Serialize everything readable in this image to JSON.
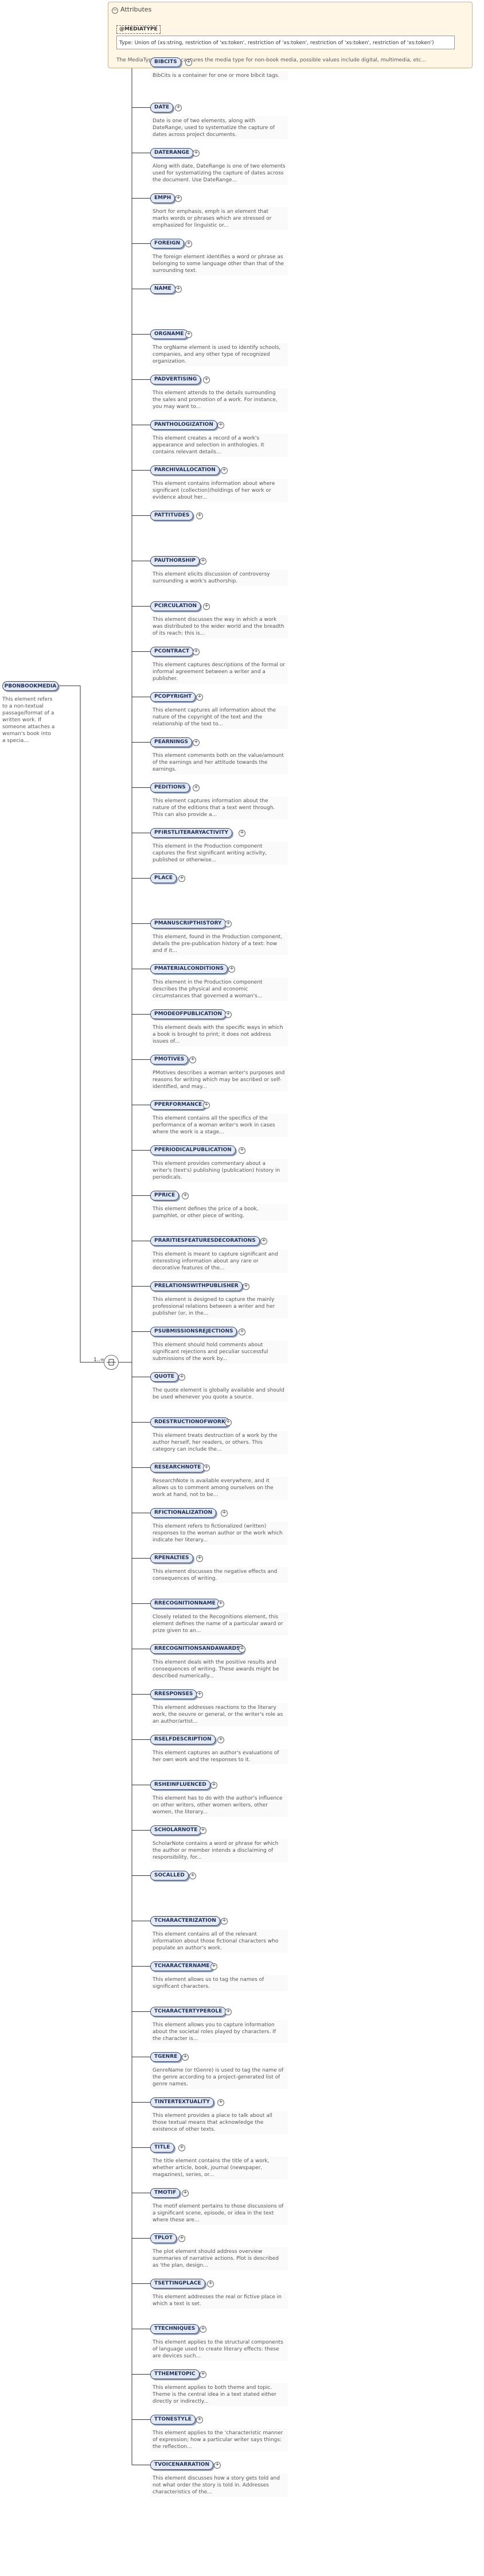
{
  "attributes": {
    "header": "Attributes",
    "name": "@MEDIATYPE",
    "type": "Type:  Union of (xs:string, restriction of 'xs:token', restriction of 'xs:token', restriction of 'xs:token', restriction of 'xs:token')",
    "doc": "The MediaType attribute captures the media type for non-book media, possible values include digital, multimedia, etc..."
  },
  "root": {
    "label": "PBONBOOKMEDIA",
    "doc": "This element refers to a non-textual passage/format of a written work. If someone attaches a woman's book into a specia..."
  },
  "choice_occurrence": "1..∞",
  "elements": [
    {
      "label": "BIBCITS",
      "doc": "BibCits is a container for one or more bibcit tags."
    },
    {
      "label": "DATE",
      "doc": "Date is one of two elements, along with DateRange, used to systematize the capture of dates across project documents."
    },
    {
      "label": "DATERANGE",
      "doc": "Along with date, DateRange is one of two elements used for systematizing the capture of dates across the document. Use DateRange..."
    },
    {
      "label": "EMPH",
      "doc": "Short for emphasis, emph is an element that marks words or phrases which are stressed or emphasized for linguistic or..."
    },
    {
      "label": "FOREIGN",
      "doc": "The foreign element identifies a word or phrase as belonging to some language other than that of the surrounding text."
    },
    {
      "label": "NAME",
      "doc": ""
    },
    {
      "label": "ORGNAME",
      "doc": "The orgName element is used to identify schools, companies, and any other type of recognized organization."
    },
    {
      "label": "PADVERTISING",
      "doc": "This element attends to the details surrounding the sales and promotion of a work. For instance, you may want to..."
    },
    {
      "label": "PANTHOLOGIZATION",
      "doc": "This element creates a record of a work's appearance and selection in anthologies. It contains relevant details..."
    },
    {
      "label": "PARCHIVALLOCATION",
      "doc": "This element contains information about where significant (collection)/holdings of her work or evidence about her..."
    },
    {
      "label": "PATTITUDES",
      "doc": ""
    },
    {
      "label": "PAUTHORSHIP",
      "doc": "This element elicits discussion of controversy surrounding a work's authorship."
    },
    {
      "label": "PCIRCULATION",
      "doc": "This element discusses the way in which a work was distributed to the wider world and the breadth of its reach: this is..."
    },
    {
      "label": "PCONTRACT",
      "doc": "This element captures descriptions of the formal or informal agreement between a writer and a publisher."
    },
    {
      "label": "PCOPYRIGHT",
      "doc": "This element captures all information about the nature of the copyright of the text and the relationship of the text to..."
    },
    {
      "label": "PEARNINGS",
      "doc": "This element comments both on the value/amount of the earnings and her attitude towards the earnings."
    },
    {
      "label": "PEDITIONS",
      "doc": "This element captures information about the nature of the editions that a text went through. This can also provide a..."
    },
    {
      "label": "PFIRSTLITERARYACTIVITY",
      "doc": "This element in the Production component captures the first significant writing activity, published or otherwise..."
    },
    {
      "label": "PLACE",
      "doc": ""
    },
    {
      "label": "PMANUSCRIPTHISTORY",
      "doc": "This element, found in the Production component, details the pre-publication history of a text: how and if it..."
    },
    {
      "label": "PMATERIALCONDITIONS",
      "doc": "This element in the Production component describes the physical and economic circumstances that governed a woman's..."
    },
    {
      "label": "PMODEOFPUBLICATION",
      "doc": "This element deals with the specific ways in which a book is brought to print; it does not address issues of..."
    },
    {
      "label": "PMOTIVES",
      "doc": "PMotives describes a woman writer's purposes and reasons for writing which may be ascribed or self-identified, and may..."
    },
    {
      "label": "PPERFORMANCE",
      "doc": "This element contains all the specifics of the performance of a woman writer's work in cases where the work is a stage..."
    },
    {
      "label": "PPERIODICALPUBLICATION",
      "doc": "This element provides commentary about a writer's (text's) publishing (publication) history in periodicals."
    },
    {
      "label": "PPRICE",
      "doc": "This element defines the price of a book, pamphlet, or other piece of writing."
    },
    {
      "label": "PRARITIESFEATURESDECORATIONS",
      "doc": "This element is meant to capture significant and interesting information about any rare or decorative features of the..."
    },
    {
      "label": "PRELATIONSWITHPUBLISHER",
      "doc": "This element is designed to capture the mainly professional relations between a writer and her publisher (or, in the..."
    },
    {
      "label": "PSUBMISSIONSREJECTIONS",
      "doc": "This element should hold comments about significant rejections and peculiar successful submissions of the work by..."
    },
    {
      "label": "QUOTE",
      "doc": "The quote element is globally available and should be used whenever you quote a source."
    },
    {
      "label": "RDESTRUCTIONOFWORK",
      "doc": "This element treats destruction of a work by the author herself, her readers, or others. This category can include the..."
    },
    {
      "label": "RESEARCHNOTE",
      "doc": "ResearchNote is available everywhere, and it allows us to comment among ourselves on the work at hand, not to be..."
    },
    {
      "label": "RFICTIONALIZATION",
      "doc": "This element refers to fictionalized (written) responses to the woman author or the work which indicate her literary..."
    },
    {
      "label": "RPENALTIES",
      "doc": "This element discusses the negative effects and consequences of writing."
    },
    {
      "label": "RRECOGNITIONNAME",
      "doc": "Closely related to the Recognitions element, this element defines the name of a particular award or prize given to an..."
    },
    {
      "label": "RRECOGNITIONSANDAWARDS",
      "doc": "This element deals with the positive results and consequences of writing. These awards might be described numerically..."
    },
    {
      "label": "RRESPONSES",
      "doc": "This element addresses reactions to the literary work, the oeuvre or general, or the writer's role as an author/artist..."
    },
    {
      "label": "RSELFDESCRIPTION",
      "doc": "This element captures an author's evaluations of her own work and the responses to it."
    },
    {
      "label": "RSHEINFLUENCED",
      "doc": "This element has to do with the author's influence on other writers, other women writers, other women, the literary..."
    },
    {
      "label": "SCHOLARNOTE",
      "doc": "ScholarNote contains a word or phrase for which the author or member intends a disclaiming of responsibility, for..."
    },
    {
      "label": "SOCALLED",
      "doc": ""
    },
    {
      "label": "TCHARACTERIZATION",
      "doc": "This element contains all of the relevant information about those fictional characters who populate an author's work."
    },
    {
      "label": "TCHARACTERNAME",
      "doc": "This element allows us to tag the names of significant characters."
    },
    {
      "label": "TCHARACTERTYPEROLE",
      "doc": "This element allows you to capture information about the societal roles played by characters. If the character is..."
    },
    {
      "label": "TGENRE",
      "doc": "GenreName (or tGenre) is used to tag the name of the genre according to a project-generated list of genre names."
    },
    {
      "label": "TINTERTEXTUALITY",
      "doc": "This element provides a place to talk about all those textual means that acknowledge the existence of other texts."
    },
    {
      "label": "TITLE",
      "doc": "The title element contains the title of a work, whether article, book, journal (newspaper, magazines), series, or..."
    },
    {
      "label": "TMOTIF",
      "doc": "The motif element pertains to those discussions of a significant scene, episode, or idea in the text where these are..."
    },
    {
      "label": "TPLOT",
      "doc": "The plot element should address overview summaries of narrative actions. Plot is described as 'the plan, design..."
    },
    {
      "label": "TSETTINGPLACE",
      "doc": "This element addresses the real or fictive place in which a text is set."
    },
    {
      "label": "TTECHNIQUES",
      "doc": "This element applies to the structural components of language used to create literary effects: these are devices such..."
    },
    {
      "label": "TTHEMETOPIC",
      "doc": "This element applies to both theme and topic. Theme is the central idea in a text stated either directly or indirectly..."
    },
    {
      "label": "TTONESTYLE",
      "doc": "This element applies to the 'characteristic manner of expression; how a particular writer says things: the reflection..."
    },
    {
      "label": "TVOICENARRATION",
      "doc": "This element discusses how a story gets told and not what order the story is told in. Addresses characteristics of the..."
    }
  ]
}
